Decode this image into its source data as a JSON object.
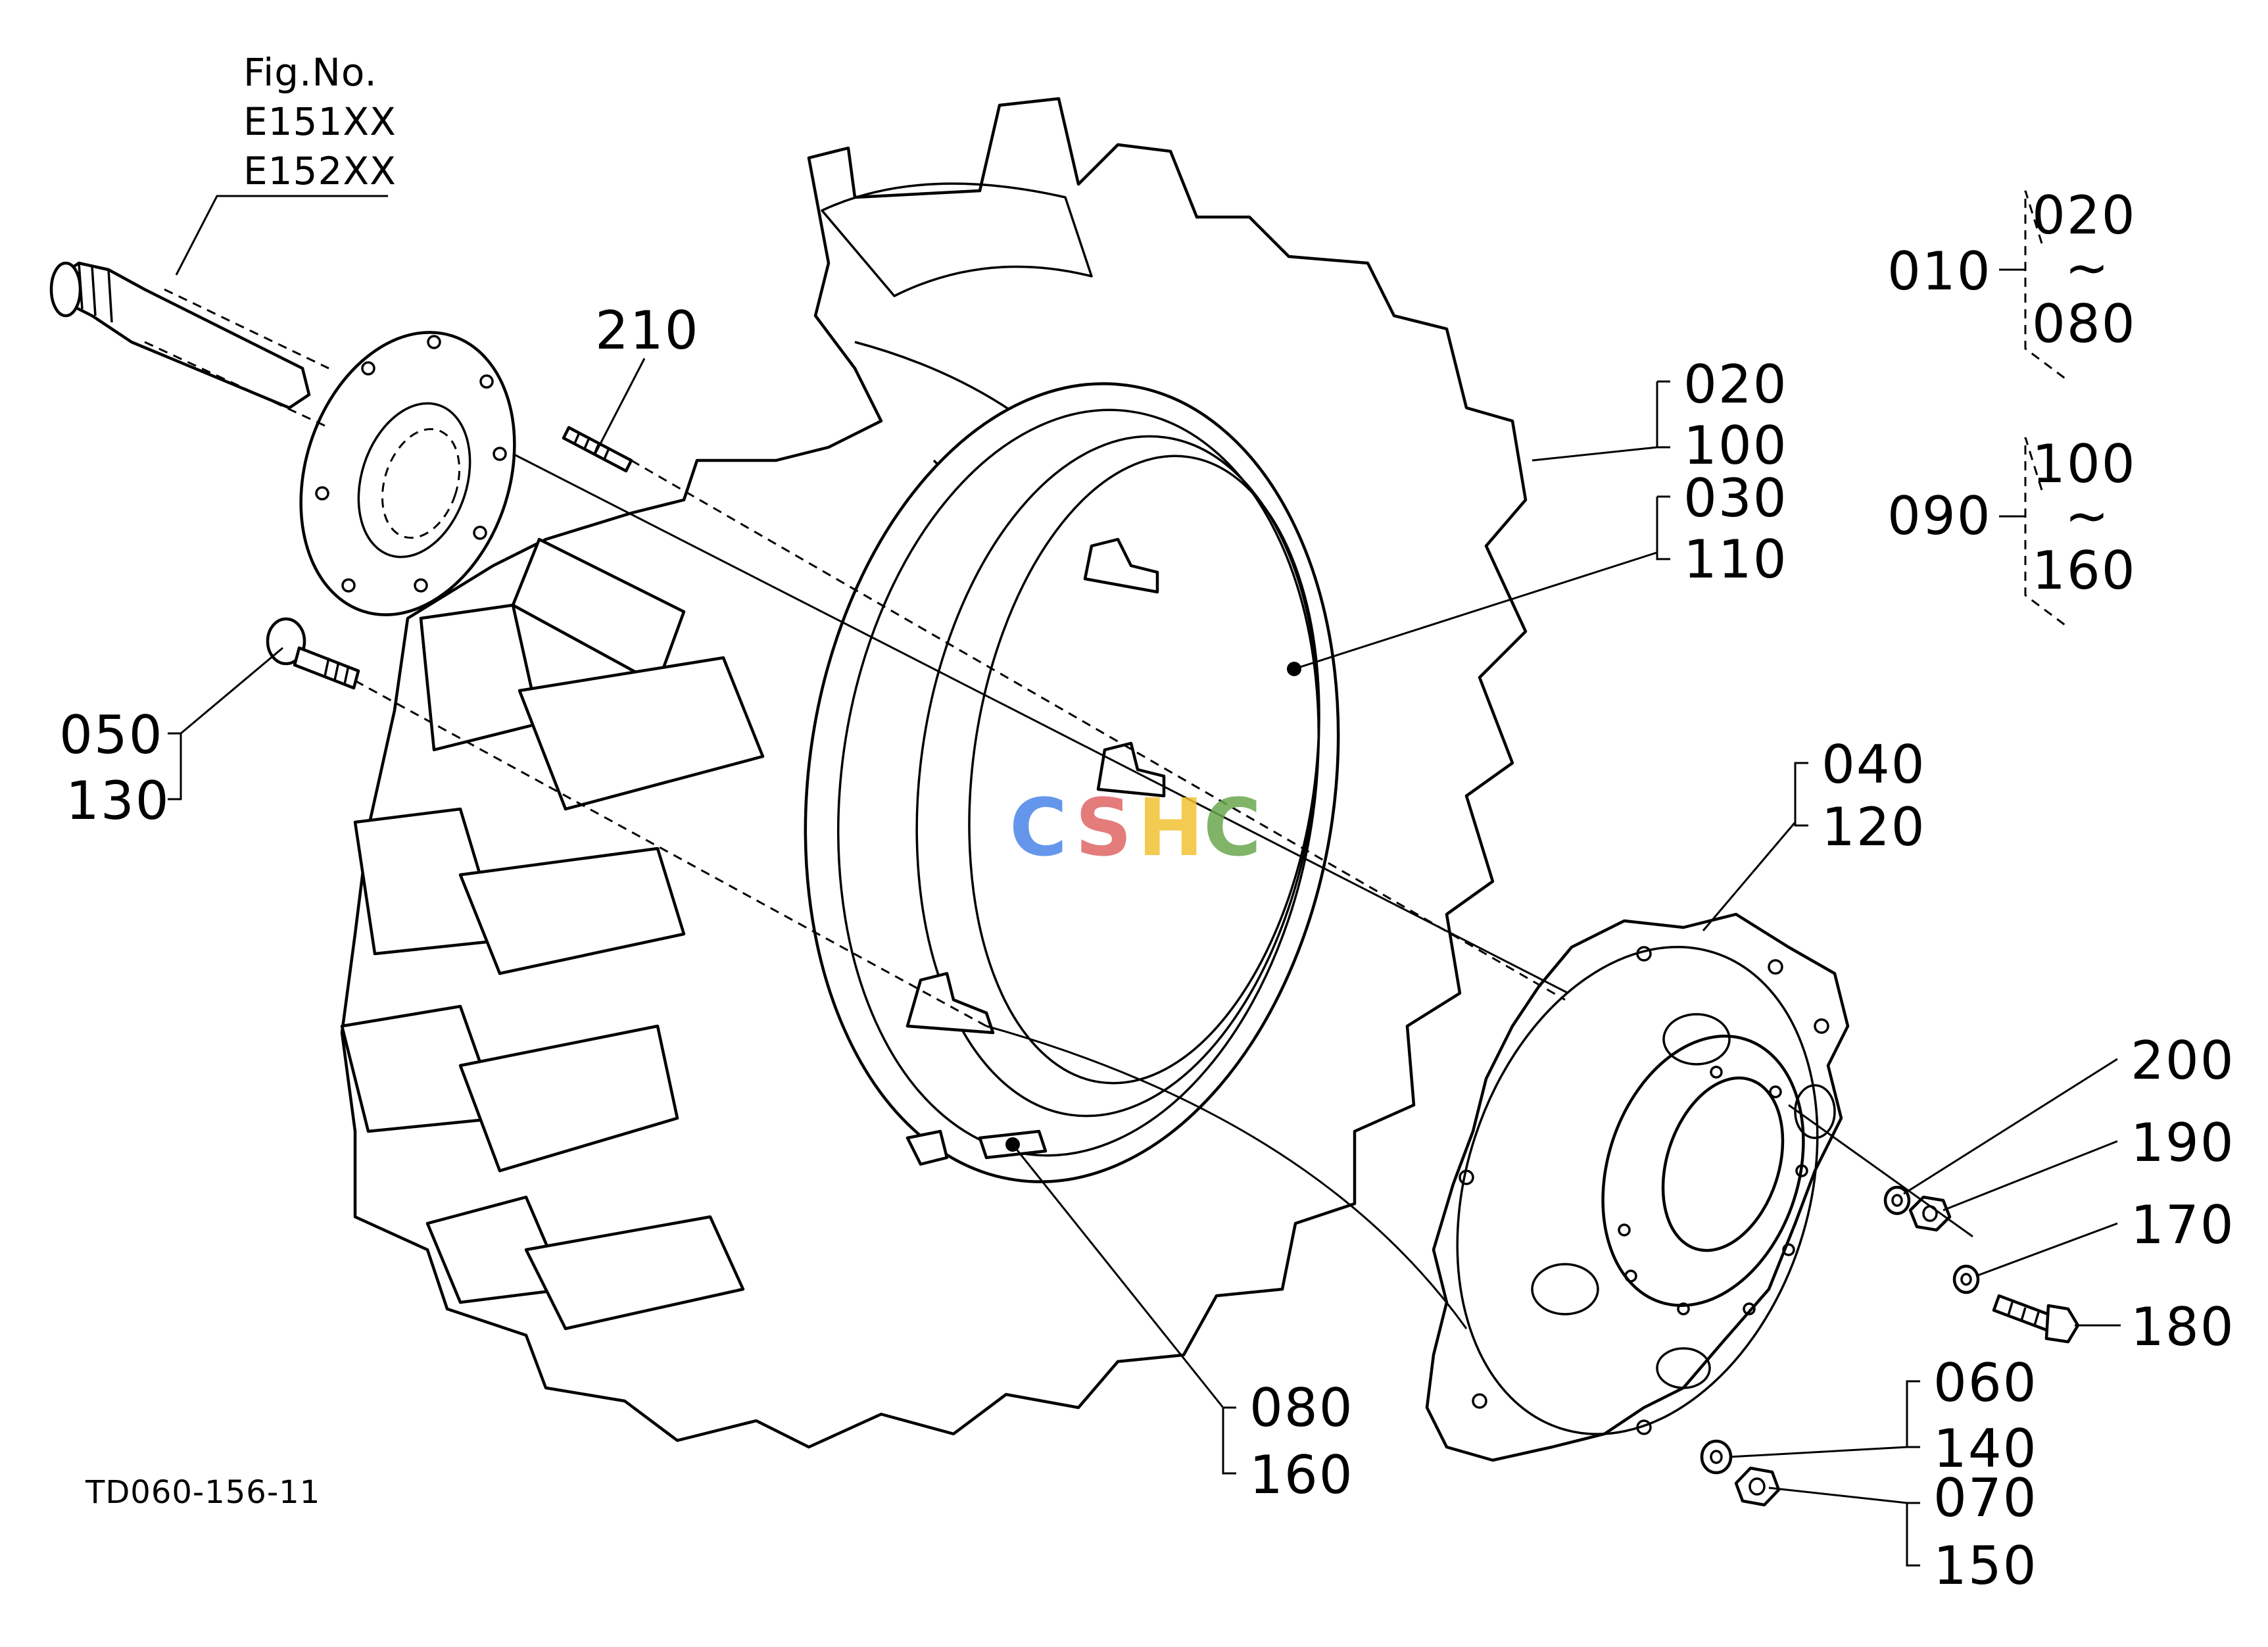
{
  "figure_ref": {
    "caption": "Fig.No.",
    "codes": [
      "E151XX",
      "E152XX"
    ]
  },
  "drawing_code": "TD060-156-11",
  "watermark": {
    "letters": [
      "C",
      "S",
      "H",
      "C"
    ],
    "colors": [
      "#4a86e8",
      "#e06666",
      "#f1c232",
      "#6aa84f"
    ]
  },
  "callouts": {
    "c210": "210",
    "c020_100": [
      "020",
      "100"
    ],
    "c030_110": [
      "030",
      "110"
    ],
    "c050_130": [
      "050",
      "130"
    ],
    "c040_120": [
      "040",
      "120"
    ],
    "c200": "200",
    "c190": "190",
    "c170": "170",
    "c180": "180",
    "c060_140": [
      "060",
      "140"
    ],
    "c070_150": [
      "070",
      "150"
    ],
    "c080_160": [
      "080",
      "160"
    ]
  },
  "legend": {
    "group1": {
      "parent": "010",
      "from": "020",
      "tilde": "~",
      "to": "080"
    },
    "group2": {
      "parent": "090",
      "from": "100",
      "tilde": "~",
      "to": "160"
    }
  }
}
